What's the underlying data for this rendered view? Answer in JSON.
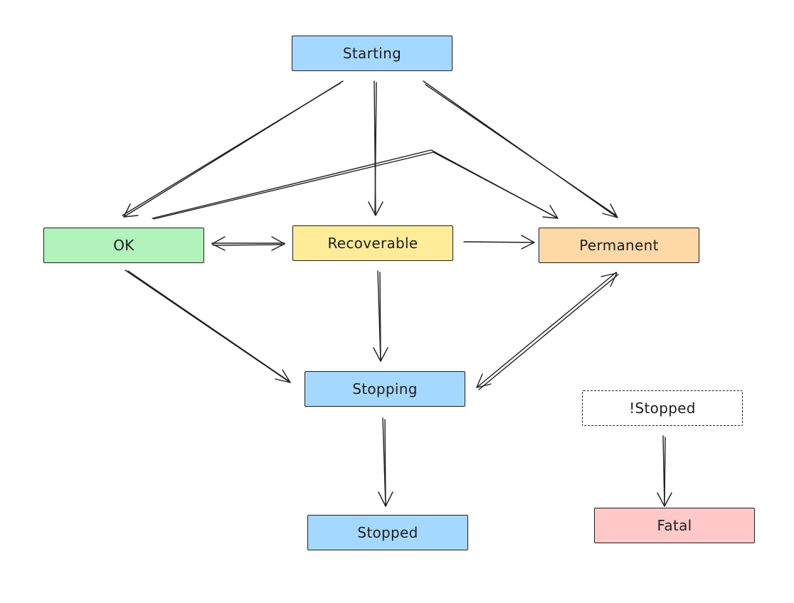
{
  "nodes": {
    "starting": {
      "label": "Starting",
      "color": "#a5d8ff"
    },
    "ok": {
      "label": "OK",
      "color": "#b2f2bb"
    },
    "recoverable": {
      "label": "Recoverable",
      "color": "#ffec99"
    },
    "permanent": {
      "label": "Permanent",
      "color": "#ffd8a8"
    },
    "stopping": {
      "label": "Stopping",
      "color": "#a5d8ff"
    },
    "stopped": {
      "label": "Stopped",
      "color": "#a5d8ff"
    },
    "not_stopped": {
      "label": "!Stopped",
      "color": "#ffffff"
    },
    "fatal": {
      "label": "Fatal",
      "color": "#ffc9c9"
    }
  },
  "edges": [
    {
      "from": "Starting",
      "to": "OK"
    },
    {
      "from": "Starting",
      "to": "Recoverable"
    },
    {
      "from": "Starting",
      "to": "Permanent"
    },
    {
      "from": "OK",
      "to": "Permanent"
    },
    {
      "from": "OK",
      "to": "Recoverable",
      "bidirectional": true
    },
    {
      "from": "Recoverable",
      "to": "Permanent"
    },
    {
      "from": "OK",
      "to": "Stopping"
    },
    {
      "from": "Recoverable",
      "to": "Stopping"
    },
    {
      "from": "Permanent",
      "to": "Stopping",
      "bidirectional": true
    },
    {
      "from": "Stopping",
      "to": "Stopped"
    },
    {
      "from": "!Stopped",
      "to": "Fatal"
    }
  ]
}
